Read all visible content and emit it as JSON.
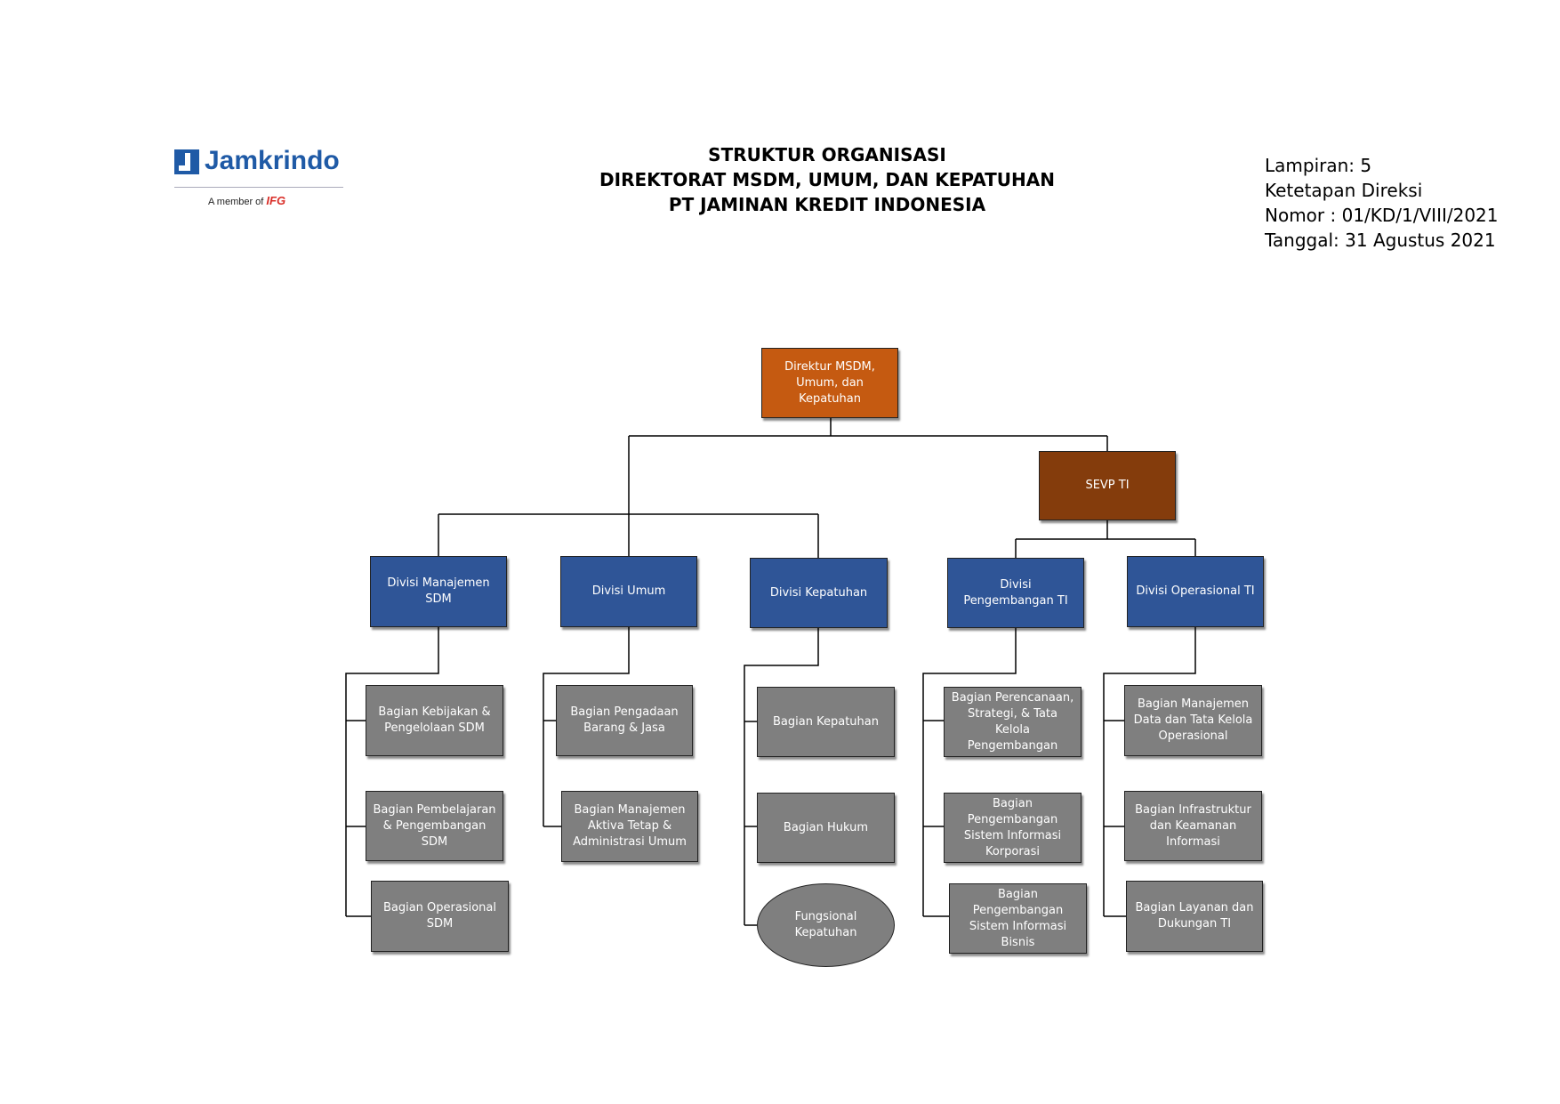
{
  "logo": {
    "name": "Jamkrindo",
    "member_text": "A member of",
    "member_brand": "IFG"
  },
  "header": {
    "line1": "STRUKTUR ORGANISASI",
    "line2": "DIREKTORAT MSDM, UMUM, DAN KEPATUHAN",
    "line3": "PT JAMINAN KREDIT INDONESIA"
  },
  "reference": {
    "lampiran": "Lampiran: 5",
    "ketetapan": "Ketetapan Direksi",
    "nomor": "Nomor : 01/KD/1/VIII/2021",
    "tanggal": "Tanggal: 31 Agustus 2021"
  },
  "org": {
    "direktur": "Direktur MSDM, Umum, dan Kepatuhan",
    "sevp": "SEVP TI",
    "div_sdm": "Divisi Manajemen SDM",
    "div_umum": "Divisi Umum",
    "div_kepatuhan": "Divisi Kepatuhan",
    "div_pengembangan_ti": "Divisi Pengembangan TI",
    "div_operasional_ti": "Divisi Operasional TI",
    "sdm_items": [
      "Bagian Kebijakan & Pengelolaan SDM",
      "Bagian Pembelajaran & Pengembangan SDM",
      "Bagian Operasional SDM"
    ],
    "umum_items": [
      "Bagian Pengadaan Barang & Jasa",
      "Bagian Manajemen Aktiva Tetap & Administrasi Umum"
    ],
    "kepatuhan_items": [
      "Bagian Kepatuhan",
      "Bagian Hukum",
      "Fungsional Kepatuhan"
    ],
    "pengembangan_ti_items": [
      "Bagian Perencanaan, Strategi, & Tata Kelola Pengembangan",
      "Bagian Pengembangan Sistem Informasi Korporasi",
      "Bagian Pengembangan Sistem Informasi Bisnis"
    ],
    "operasional_ti_items": [
      "Bagian Manajemen Data dan Tata Kelola Operasional",
      "Bagian Infrastruktur dan Keamanan Informasi",
      "Bagian Layanan dan Dukungan TI"
    ]
  },
  "colors": {
    "direktur": "#c55a11",
    "sevp": "#843c0c",
    "divisi": "#2f5597",
    "bagian": "#7f7f7f",
    "connector": "#000000"
  }
}
